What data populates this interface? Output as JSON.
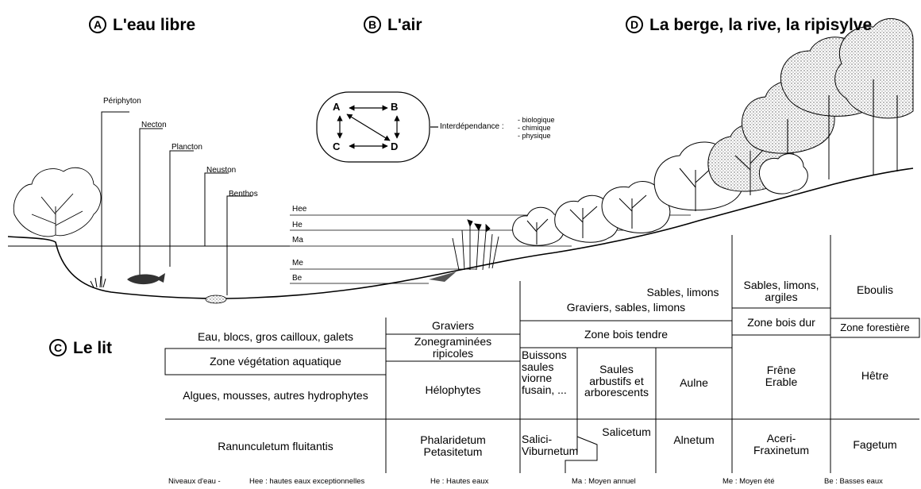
{
  "headings": {
    "a": {
      "letter": "A",
      "title": "L'eau libre"
    },
    "b": {
      "letter": "B",
      "title": "L'air"
    },
    "d": {
      "letter": "D",
      "title": "La berge, la rive, la ripisylve"
    },
    "c": {
      "letter": "C",
      "title": "Le lit"
    }
  },
  "organisms": [
    "Périphyton",
    "Necton",
    "Plancton",
    "Neuston",
    "Benthos"
  ],
  "levels": [
    "Hee",
    "He",
    "Ma",
    "Me",
    "Be"
  ],
  "interdependence": {
    "nodes": [
      "A",
      "B",
      "C",
      "D"
    ],
    "label": "Interdépendance :",
    "items": [
      "- biologique",
      "- chimique",
      "- physique"
    ]
  },
  "table": {
    "col1": {
      "substrate": "Eau, blocs, gros cailloux, galets",
      "zone": "Zone végétation aquatique",
      "vegetation": "Algues, mousses, autres hydrophytes",
      "association": "Ranunculetum fluitantis"
    },
    "col2": {
      "substrate": "Graviers",
      "zone_line1": "Zonegraminées",
      "zone_line2": "ripicoles",
      "vegetation": "Hélophytes",
      "association_line1": "Phalaridetum",
      "association_line2": "Petasitetum"
    },
    "col3": {
      "substrate": "Graviers, sables, limons",
      "zone": "Zone bois tendre",
      "bushes": [
        "Buissons",
        "saules",
        "viorne",
        "fusain, ..."
      ],
      "willows": [
        "Saules",
        "arbustifs et",
        "arborescents"
      ],
      "alder": "Aulne",
      "assoc_salici": [
        "Salici-",
        "Viburnetum"
      ],
      "assoc_salicetum": "Salicetum",
      "assoc_alnetum": "Alnetum",
      "upper": "Sables, limons"
    },
    "col4": {
      "substrate": [
        "Sables, limons,",
        "argiles"
      ],
      "zone": "Zone bois dur",
      "vegetation": [
        "Frêne",
        "Erable"
      ],
      "association": [
        "Aceri-",
        "Fraxinetum"
      ]
    },
    "col5": {
      "substrate": "Eboulis",
      "zone": "Zone forestière",
      "vegetation": "Hêtre",
      "association": "Fagetum"
    }
  },
  "footer": {
    "intro": "Niveaux d'eau -",
    "items": [
      "Hee : hautes eaux exceptionnelles",
      "He : Hautes eaux",
      "Ma : Moyen annuel",
      "Me : Moyen été",
      "Be : Basses eaux"
    ]
  }
}
